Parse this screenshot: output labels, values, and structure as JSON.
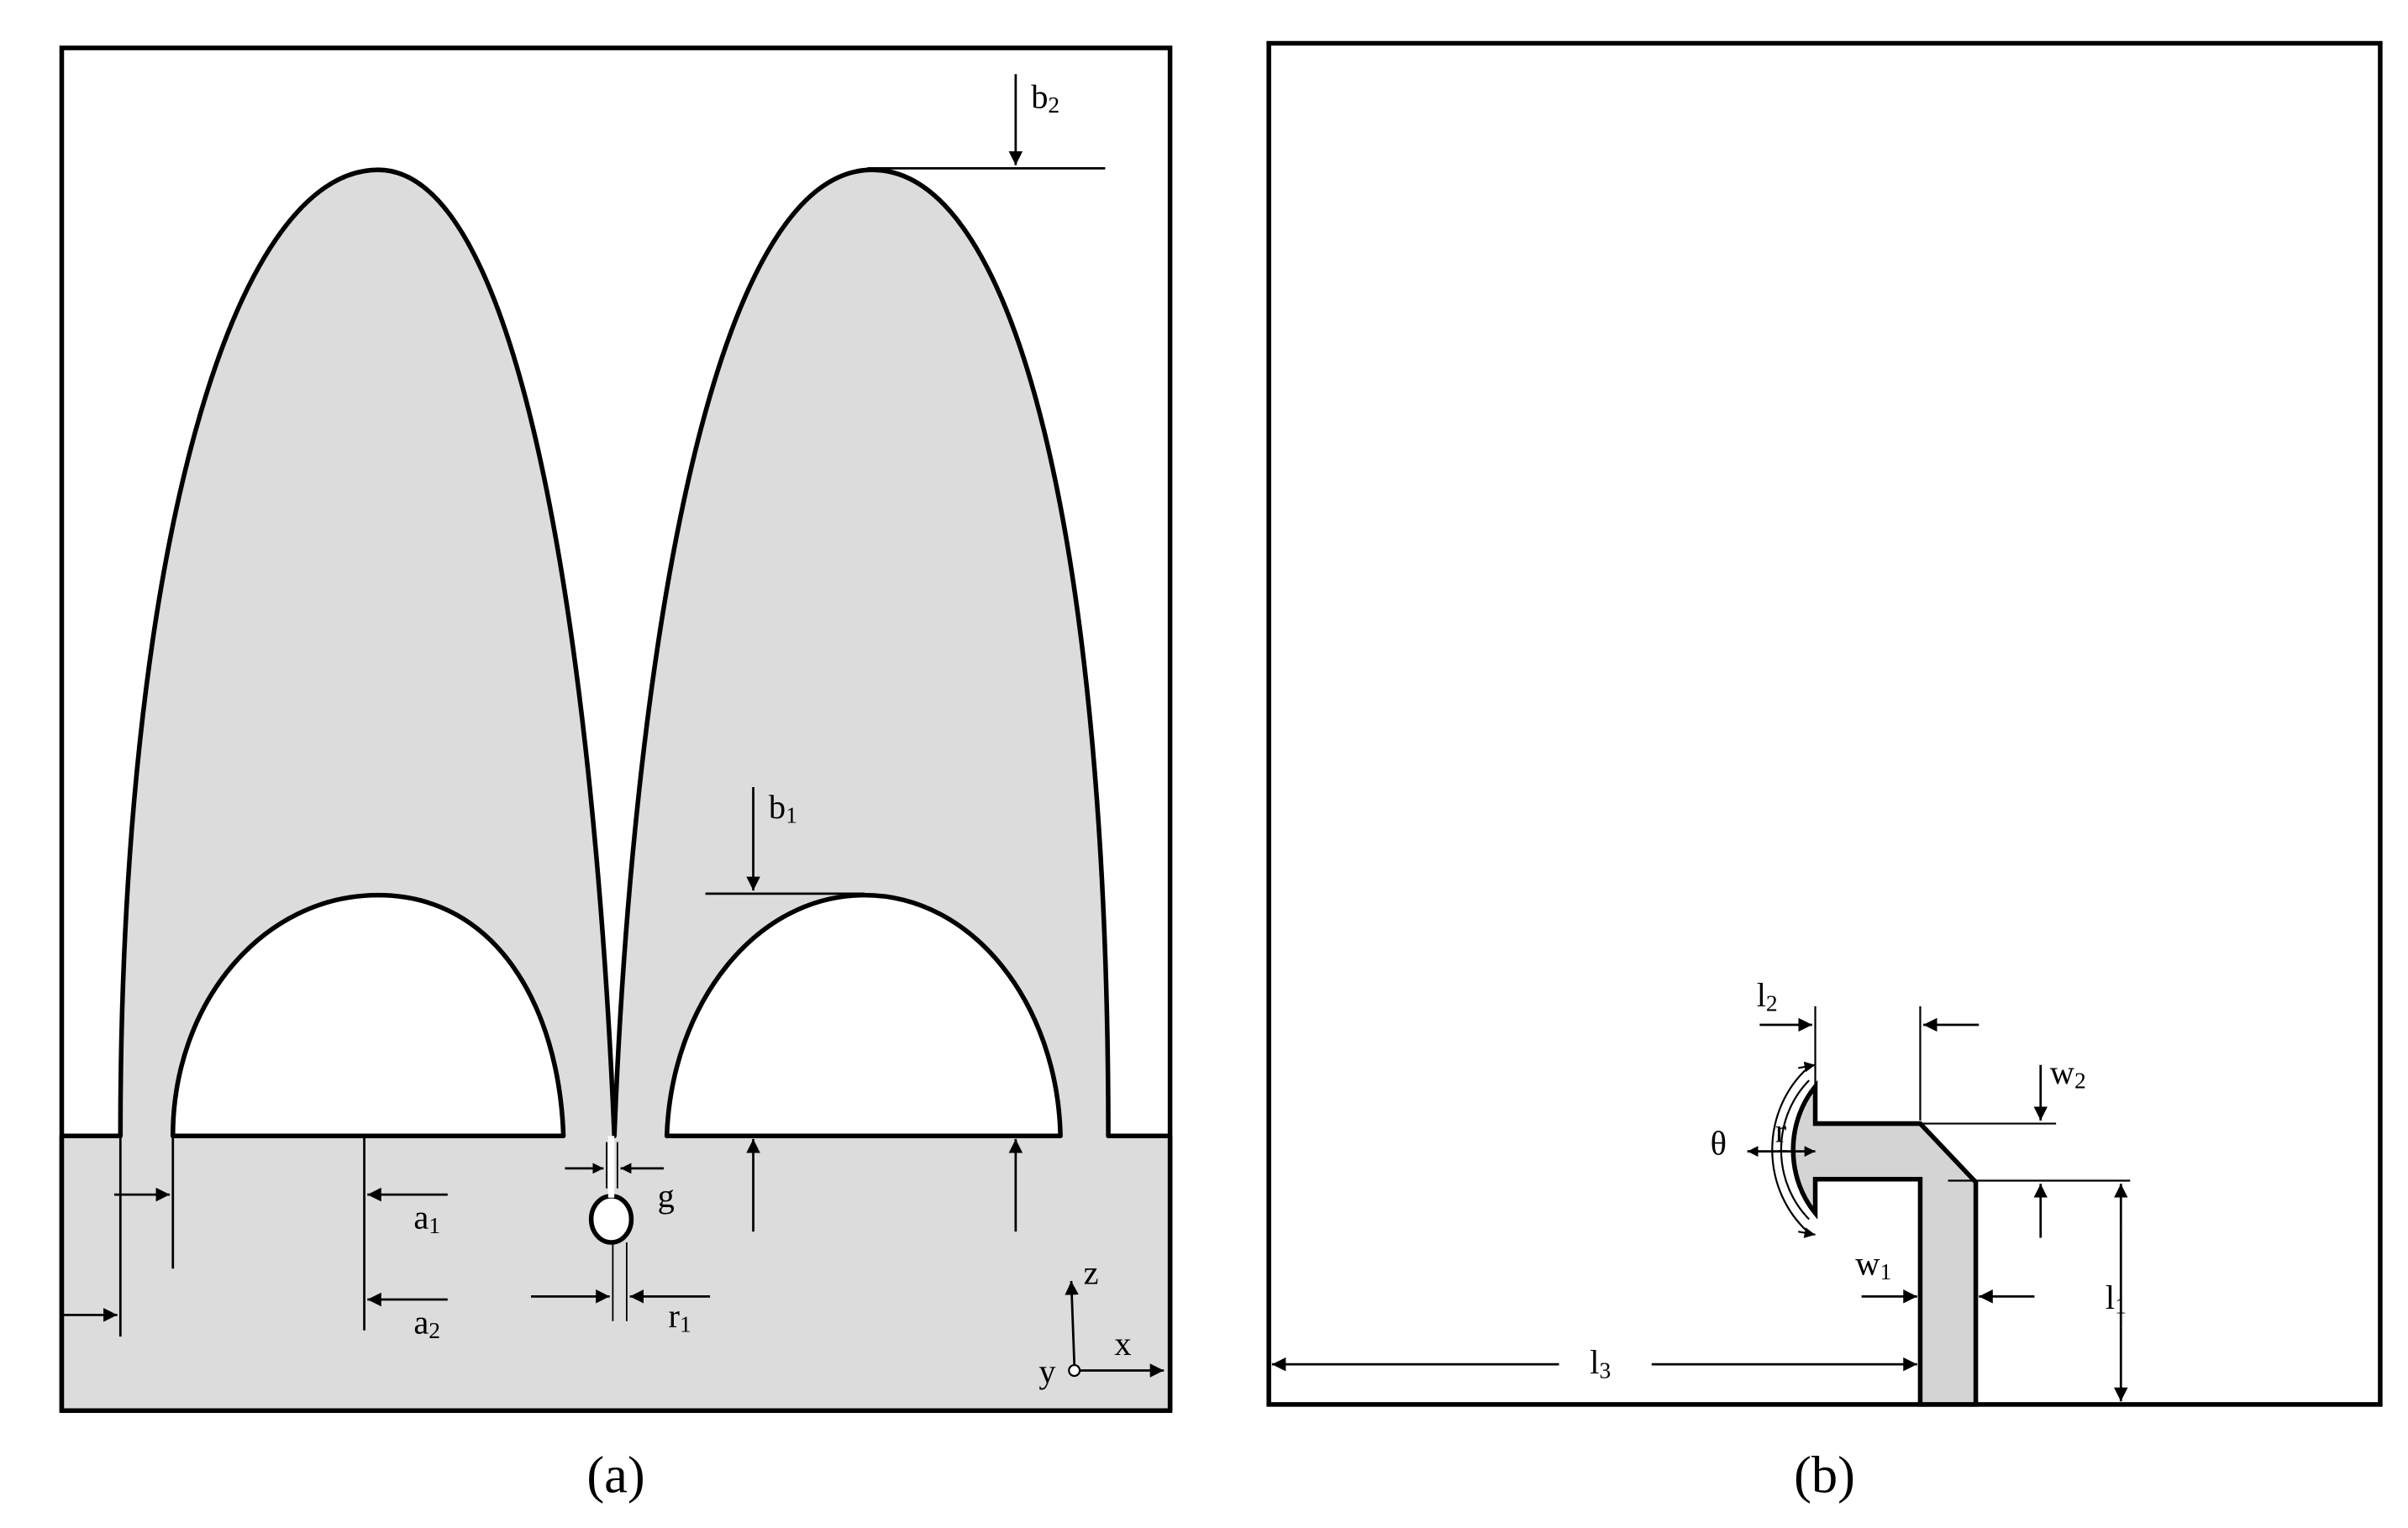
{
  "colors": {
    "ink": "#000000",
    "ground": "#dcdcdc",
    "feed": "#d4d4d4",
    "background": "#ffffff"
  },
  "panel_a": {
    "caption": "(a)",
    "labels": {
      "b2": {
        "base": "b",
        "sub": "2"
      },
      "b1": {
        "base": "b",
        "sub": "1"
      },
      "a1": {
        "base": "a",
        "sub": "1"
      },
      "a2": {
        "base": "a",
        "sub": "2"
      },
      "g": {
        "base": "g",
        "sub": ""
      },
      "r1": {
        "base": "r",
        "sub": "1"
      }
    },
    "axes": {
      "z": "z",
      "y": "y",
      "x": "x"
    }
  },
  "panel_b": {
    "caption": "(b)",
    "labels": {
      "l2": {
        "base": "l",
        "sub": "2"
      },
      "w2": {
        "base": "w",
        "sub": "2"
      },
      "theta": {
        "base": "θ",
        "sub": ""
      },
      "r": {
        "base": "r",
        "sub": ""
      },
      "w1": {
        "base": "w",
        "sub": "1"
      },
      "l1": {
        "base": "l",
        "sub": "1"
      },
      "l3": {
        "base": "l",
        "sub": "3"
      }
    }
  }
}
